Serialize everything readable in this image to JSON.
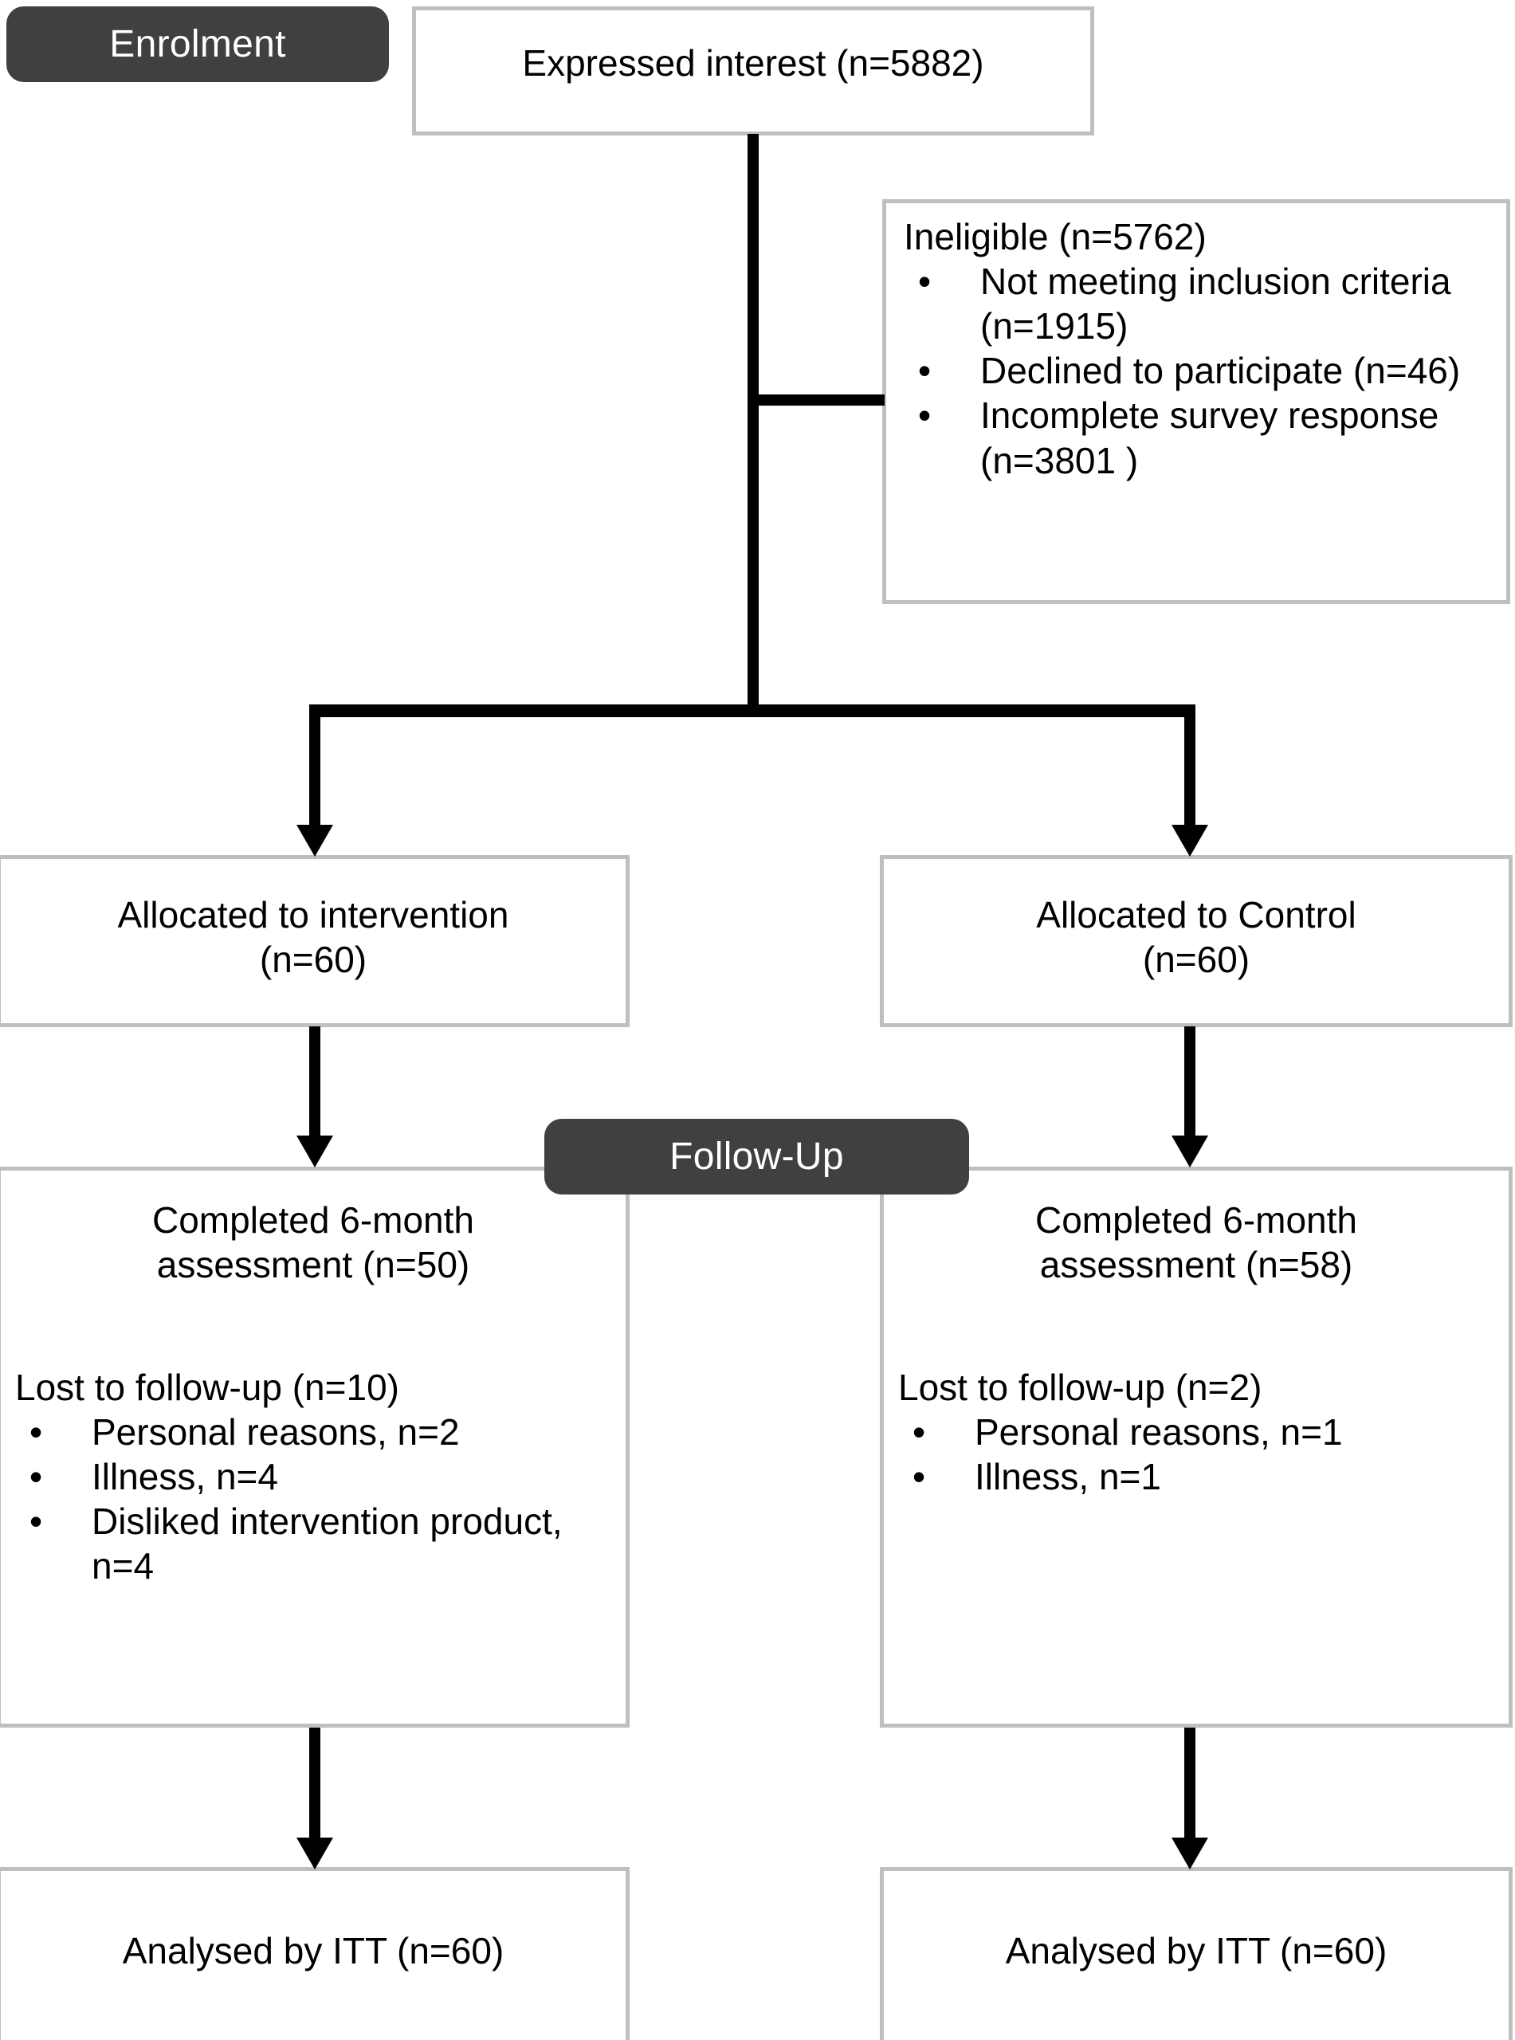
{
  "diagram": {
    "type": "consort-flow-diagram",
    "phases": [
      {
        "id": "enrolment",
        "label": "Enrolment"
      },
      {
        "id": "follow-up",
        "label": "Follow-Up"
      }
    ],
    "colors": {
      "badge_background": "#404040",
      "badge_text": "#ffffff",
      "box_border": "#bfbfbf",
      "box_background": "#ffffff",
      "connector": "#000000",
      "text": "#000000"
    }
  },
  "nodes": {
    "expressed_interest": {
      "text": "Expressed interest (n=5882)"
    },
    "ineligible": {
      "heading": "Ineligible (n=5762)",
      "bullet_char": "•",
      "items": [
        "Not meeting inclusion criteria (n=1915)",
        "Declined to participate (n=46)",
        "Incomplete survey response (n=3801 )"
      ]
    },
    "allocated_intervention": {
      "line1": "Allocated to intervention",
      "line2": "(n=60)"
    },
    "allocated_control": {
      "line1": "Allocated to Control",
      "line2": "(n=60)"
    },
    "followup_intervention": {
      "line1": "Completed 6-month",
      "line2": "assessment (n=50)",
      "lost_heading": "Lost to follow-up (n=10)",
      "bullet_char": "•",
      "items": [
        "Personal reasons, n=2",
        "Illness, n=4",
        "Disliked intervention product, n=4"
      ]
    },
    "followup_control": {
      "line1": "Completed 6-month",
      "line2": "assessment (n=58)",
      "lost_heading": "Lost to follow-up (n=2)",
      "bullet_char": "•",
      "items": [
        "Personal reasons, n=1",
        "Illness, n=1"
      ]
    },
    "analysed_intervention": {
      "text": "Analysed by ITT (n=60)"
    },
    "analysed_control": {
      "text": "Analysed by ITT (n=60)"
    }
  },
  "chart_data": {
    "type": "diagram",
    "title": "CONSORT participant flow",
    "nodes": [
      {
        "id": "expressed_interest",
        "label": "Expressed interest",
        "n": 5882
      },
      {
        "id": "ineligible",
        "label": "Ineligible",
        "n": 5762,
        "breakdown": [
          {
            "label": "Not meeting inclusion criteria",
            "n": 1915
          },
          {
            "label": "Declined to participate",
            "n": 46
          },
          {
            "label": "Incomplete survey response",
            "n": 3801
          }
        ]
      },
      {
        "id": "allocated_intervention",
        "label": "Allocated to intervention",
        "n": 60
      },
      {
        "id": "allocated_control",
        "label": "Allocated to Control",
        "n": 60
      },
      {
        "id": "followup_intervention",
        "label": "Completed 6-month assessment",
        "n": 50,
        "lost_to_followup": 10,
        "breakdown": [
          {
            "label": "Personal reasons",
            "n": 2
          },
          {
            "label": "Illness",
            "n": 4
          },
          {
            "label": "Disliked intervention product",
            "n": 4
          }
        ]
      },
      {
        "id": "followup_control",
        "label": "Completed 6-month assessment",
        "n": 58,
        "lost_to_followup": 2,
        "breakdown": [
          {
            "label": "Personal reasons",
            "n": 1
          },
          {
            "label": "Illness",
            "n": 1
          }
        ]
      },
      {
        "id": "analysed_intervention",
        "label": "Analysed by ITT",
        "n": 60
      },
      {
        "id": "analysed_control",
        "label": "Analysed by ITT",
        "n": 60
      }
    ],
    "edges": [
      {
        "from": "expressed_interest",
        "to": "ineligible"
      },
      {
        "from": "expressed_interest",
        "to": "allocated_intervention"
      },
      {
        "from": "expressed_interest",
        "to": "allocated_control"
      },
      {
        "from": "allocated_intervention",
        "to": "followup_intervention"
      },
      {
        "from": "allocated_control",
        "to": "followup_control"
      },
      {
        "from": "followup_intervention",
        "to": "analysed_intervention"
      },
      {
        "from": "followup_control",
        "to": "analysed_control"
      }
    ]
  }
}
